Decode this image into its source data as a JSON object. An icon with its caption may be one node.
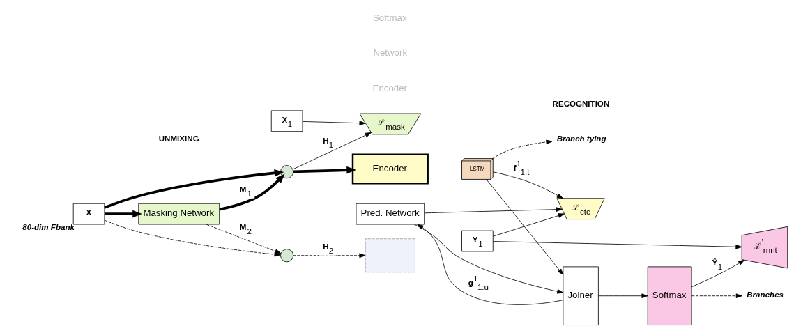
{
  "diagram": {
    "nodes": [
      {
        "text": [
          "**X**"
        ],
        "beside": [
          "80-dim Fbank"
        ]
      },
      {
        "text": [
          "**X**$_{1}$"
        ]
      },
      {
        "text": [
          "ℒ$_{mask}$"
        ]
      },
      {
        "text": [
          "Masking Network"
        ]
      },
      {
        "text": [],
        "shape": "circle"
      },
      {
        "text": [],
        "shape": "circle"
      },
      {
        "text": [
          "Encoder"
        ]
      },
      {
        "text": [
          "LSTM"
        ]
      },
      {
        "text": [
          "Pred. Network"
        ]
      },
      {
        "text": [
          "Joiner"
        ]
      },
      {
        "text": [
          "Softmax"
        ]
      },
      {
        "text": [
          "ℒ$_{ctc}$"
        ]
      },
      {
        "text": [
          "**Y**$_{1}$"
        ]
      },
      {
        "text": [
          "ℒ$^{′}$$_{rnnt}$"
        ]
      },
      {
        "text": [
          "Branch tying"
        ]
      },
      {
        "text": [
          "Branches"
        ]
      },
      {
        "text": [],
        "shape": "box"
      }
    ],
    "edges": [
      {
        "from": 0,
        "to": 4,
        "arrow": "to",
        "style": "thick"
      },
      {
        "from": 0,
        "to": 3,
        "arrow": "to",
        "style": "thick"
      },
      {
        "from": 0,
        "to": 5,
        "arrow": "to",
        "style": "dashed"
      },
      {
        "from": 3,
        "to": 4,
        "arrow": "to",
        "style": "thick",
        "label": "**M**$_{1}$"
      },
      {
        "from": 3,
        "to": 5,
        "arrow": "to",
        "style": "dashed",
        "label": "**M**$_{2}$"
      },
      {
        "from": 1,
        "to": 2,
        "arrow": "to"
      },
      {
        "from": 4,
        "to": 2,
        "arrow": "to",
        "label": "**H**$_{1}$"
      },
      {
        "from": 4,
        "to": 6,
        "arrow": "to",
        "style": "thick"
      },
      {
        "from": 5,
        "to": 16,
        "arrow": "to",
        "style": "dashed",
        "label": "**H**$_{2}$"
      },
      {
        "from": 7,
        "to": 11,
        "arrow": "to",
        "label": "**f**$^{1}$$_{1:t}$"
      },
      {
        "from": 8,
        "to": 11,
        "arrow": "to"
      },
      {
        "from": 7,
        "to": 9,
        "arrow": "to"
      },
      {
        "from": 8,
        "to": 9,
        "arrow": "to"
      },
      {
        "from": 9,
        "to": 8,
        "arrow": "to",
        "label": "**g**$^{1}$$_{1:u}$"
      },
      {
        "from": 9,
        "to": 10,
        "arrow": "to"
      },
      {
        "from": 10,
        "to": 13,
        "arrow": "to",
        "label": "**Ŷ**$_{1}$"
      },
      {
        "from": 12,
        "to": 11,
        "arrow": "to"
      },
      {
        "from": 12,
        "to": 13,
        "arrow": "to"
      },
      {
        "from": 7,
        "to": 14,
        "arrow": "to",
        "style": "dashed"
      },
      {
        "from": 10,
        "to": 15,
        "arrow": "to",
        "style": "dashed"
      }
    ],
    "labels": [
      "Encoder",
      "Network",
      "Softmax",
      "UNMIXING",
      "RECOGNITION"
    ]
  }
}
